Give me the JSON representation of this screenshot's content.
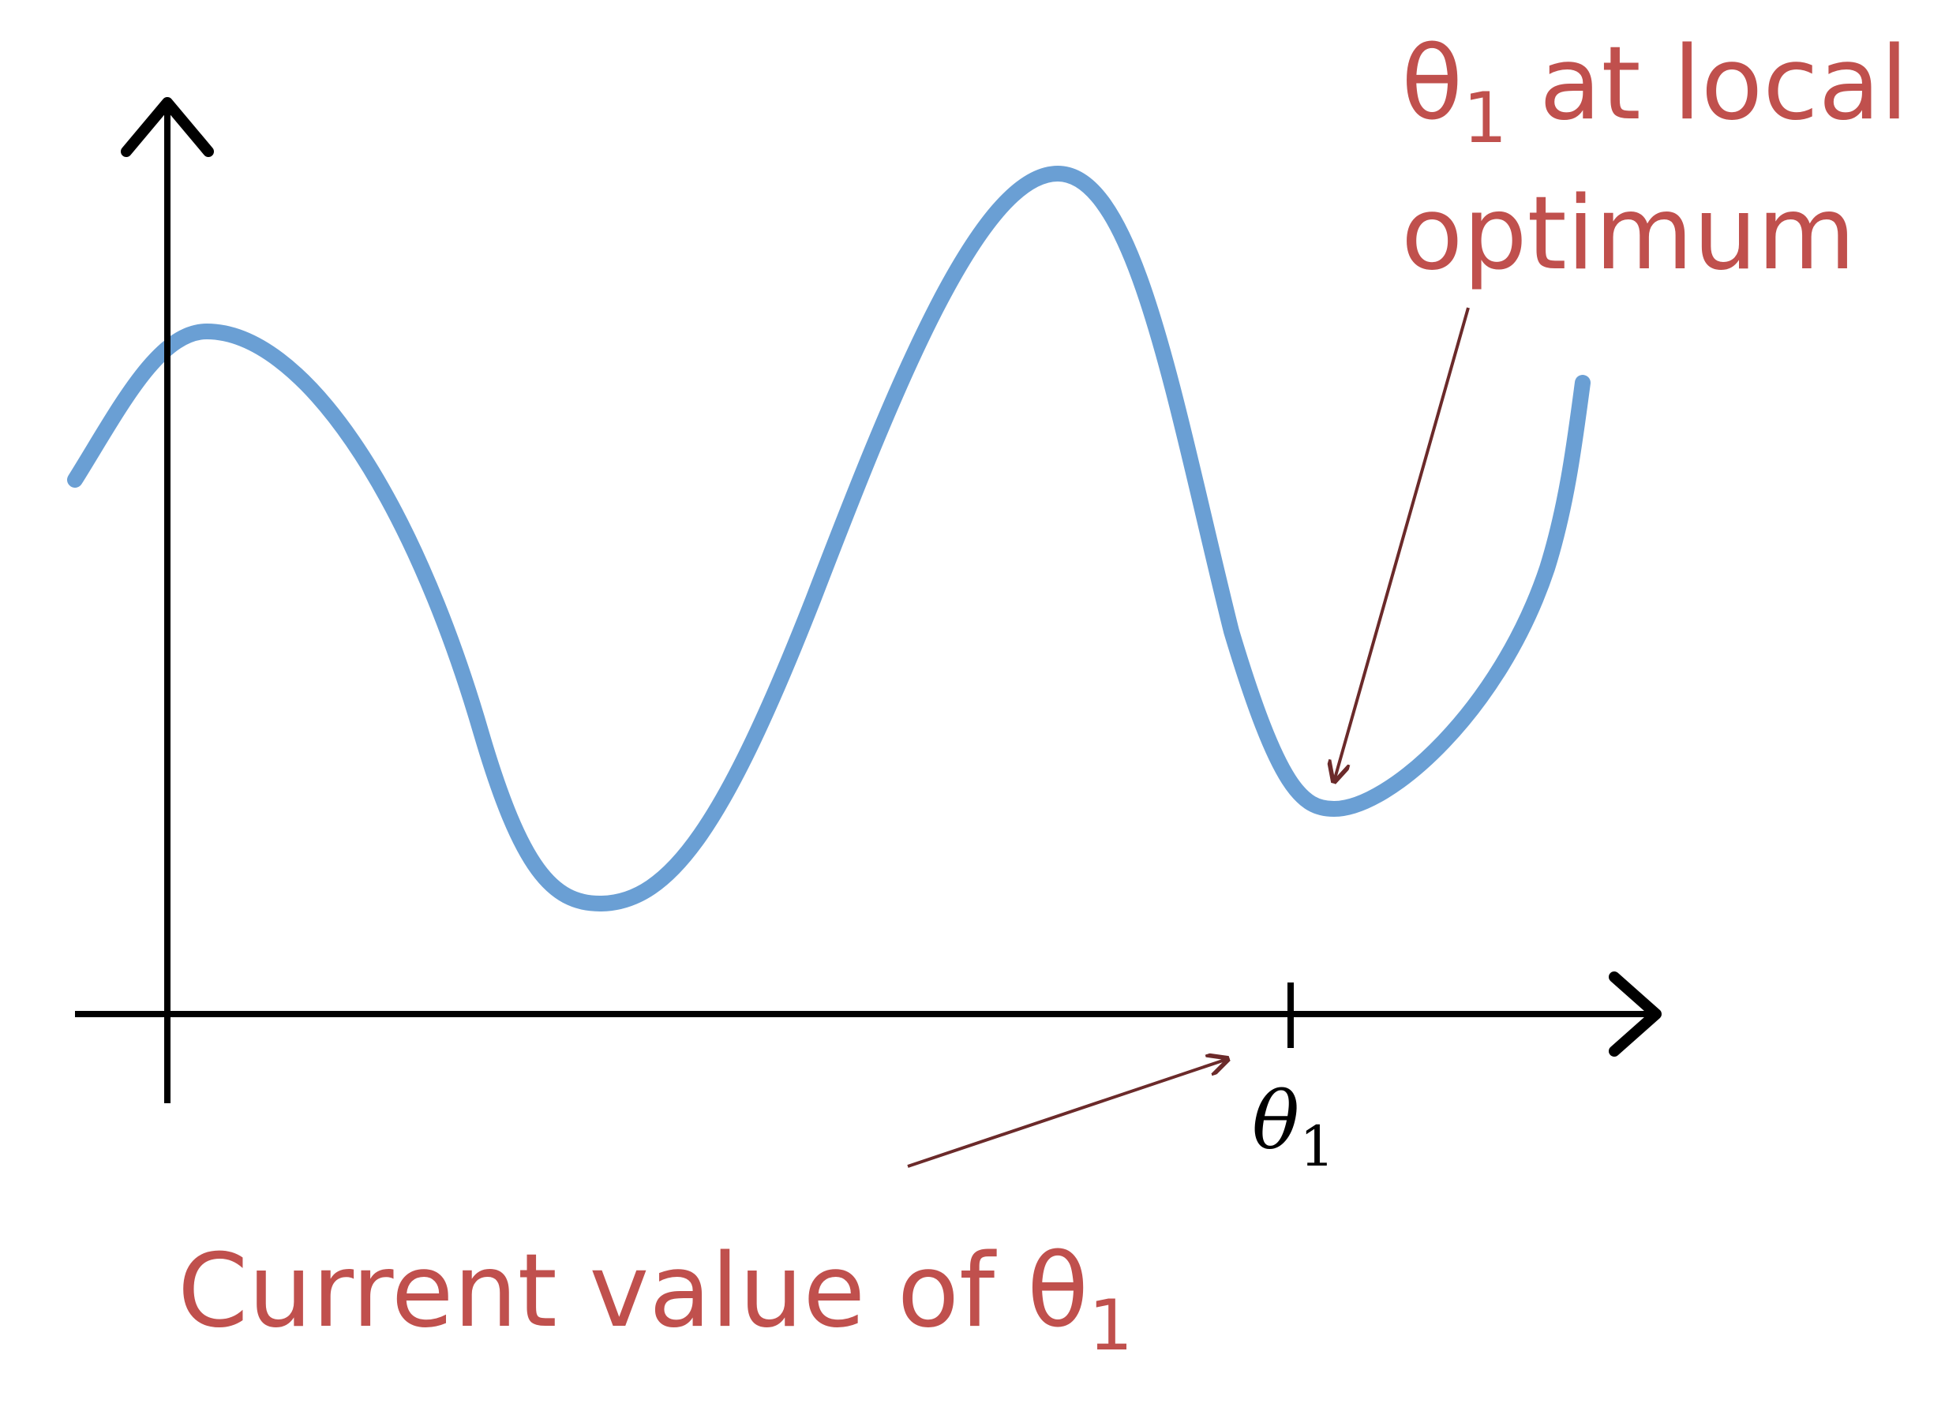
{
  "colors": {
    "curve": "#6a9fd4",
    "axis": "#000000",
    "annotation_text": "#c0504d",
    "annotation_arrow": "#6b2a2a"
  },
  "axes": {
    "tick_label": "θ",
    "tick_label_subscript": "1"
  },
  "annotations": {
    "local_optimum": {
      "line1_prefix": "θ",
      "line1_subscript": "1",
      "line1_suffix": " at local",
      "line2": "optimum"
    },
    "current_value": {
      "text": "Current value of θ",
      "subscript": "1"
    }
  }
}
